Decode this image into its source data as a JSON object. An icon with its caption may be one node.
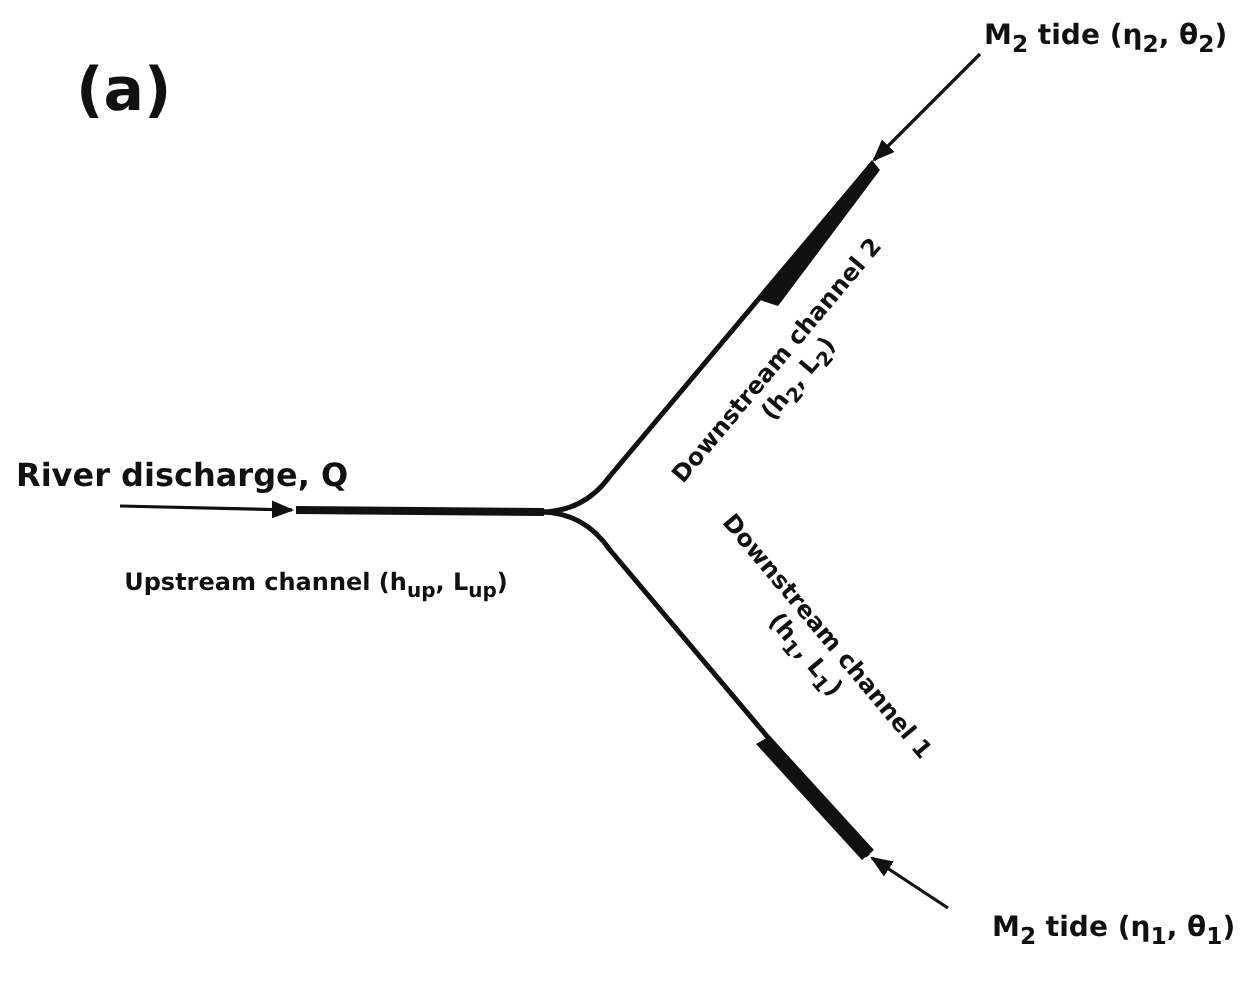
{
  "diagram": {
    "nodes": [
      {
        "text": [
          "River discharge, Q"
        ]
      },
      {
        "text": [
          "Upstream channel (h$_{up}$, L$_{up}$)"
        ]
      },
      {
        "text": [
          "Downstream channel 2 (h$_{2}$, L$_{2}$)"
        ]
      },
      {
        "text": [
          "Downstream channel 1 (h$_{1}$, L$_{1}$)"
        ]
      },
      {
        "text": [
          "M$_{2}$ tide (η$_{2}$, θ$_{2}$)"
        ]
      },
      {
        "text": [
          "M$_{2}$ tide (η$_{1}$, θ$_{1}$)"
        ]
      }
    ],
    "edges": [
      {
        "from": 0,
        "to": 1,
        "arrow": "to"
      },
      {
        "from": 4,
        "to": 2,
        "arrow": "to"
      },
      {
        "from": 5,
        "to": 3,
        "arrow": "to"
      }
    ],
    "labels": [
      "(a)"
    ]
  }
}
